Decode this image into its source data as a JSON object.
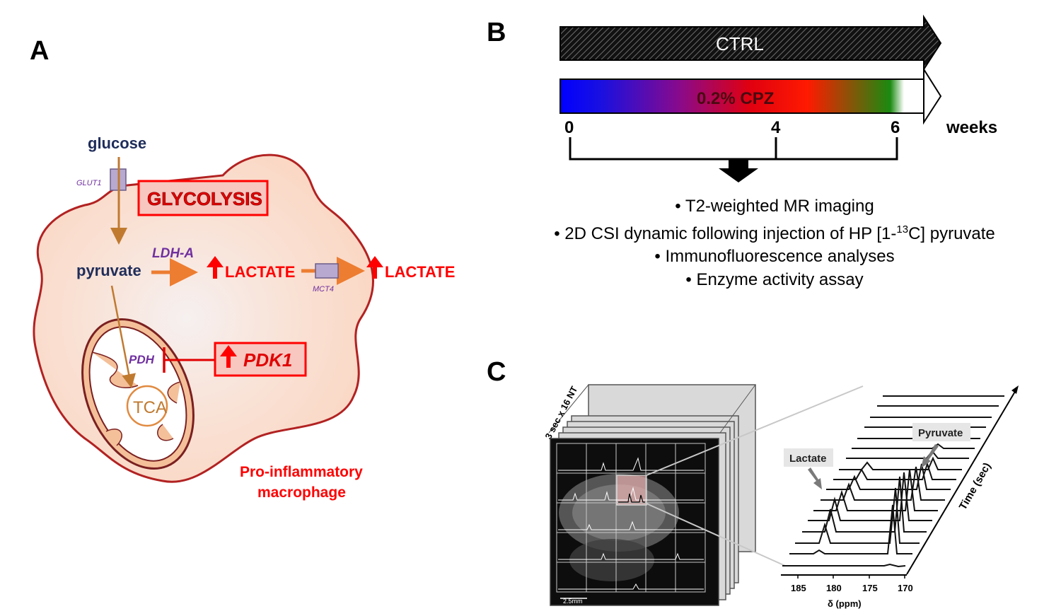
{
  "panels": {
    "a": "A",
    "b": "B",
    "c": "C"
  },
  "panel_a": {
    "glucose": "glucose",
    "glut1": "GLUT1",
    "glycolysis": "GLYCOLYSIS",
    "ldha": "LDH-A",
    "pyruvate": "pyruvate",
    "lactate_in": "LACTATE",
    "mct4": "MCT4",
    "lactate_out": "LACTATE",
    "pdh": "PDH",
    "pdk1": "PDK1",
    "tca": "TCA",
    "cell_line1": "Pro-inflammatory",
    "cell_line2": "macrophage",
    "colors": {
      "cell_fill": "#fde1d0",
      "cell_stroke": "#c00000",
      "arrow": "#ed7d31",
      "red": "#ff0000",
      "purple": "#7030a0",
      "navy": "#1f2d5a"
    }
  },
  "panel_b": {
    "ctrl": "CTRL",
    "cpz": "0.2% CPZ",
    "ticks": [
      "0",
      "4",
      "6"
    ],
    "unit": "weeks",
    "methods": {
      "m1": "• T2-weighted MR imaging",
      "m2_pre": "• 2D CSI dynamic following injection of HP [1-",
      "m2_sup": "13",
      "m2_post": "C] pyruvate",
      "m3": "• Immunofluorescence analyses",
      "m4": "• Enzyme activity assay"
    }
  },
  "panel_c": {
    "stack_label": "3 sec x 16 NT",
    "scale_label": "2.5mm",
    "lactate": "Lactate",
    "pyruvate": "Pyruvate",
    "time_axis": "Time (sec)",
    "ppm_ticks": [
      "185",
      "180",
      "175",
      "170"
    ],
    "ppm_label": "δ (ppm)"
  }
}
